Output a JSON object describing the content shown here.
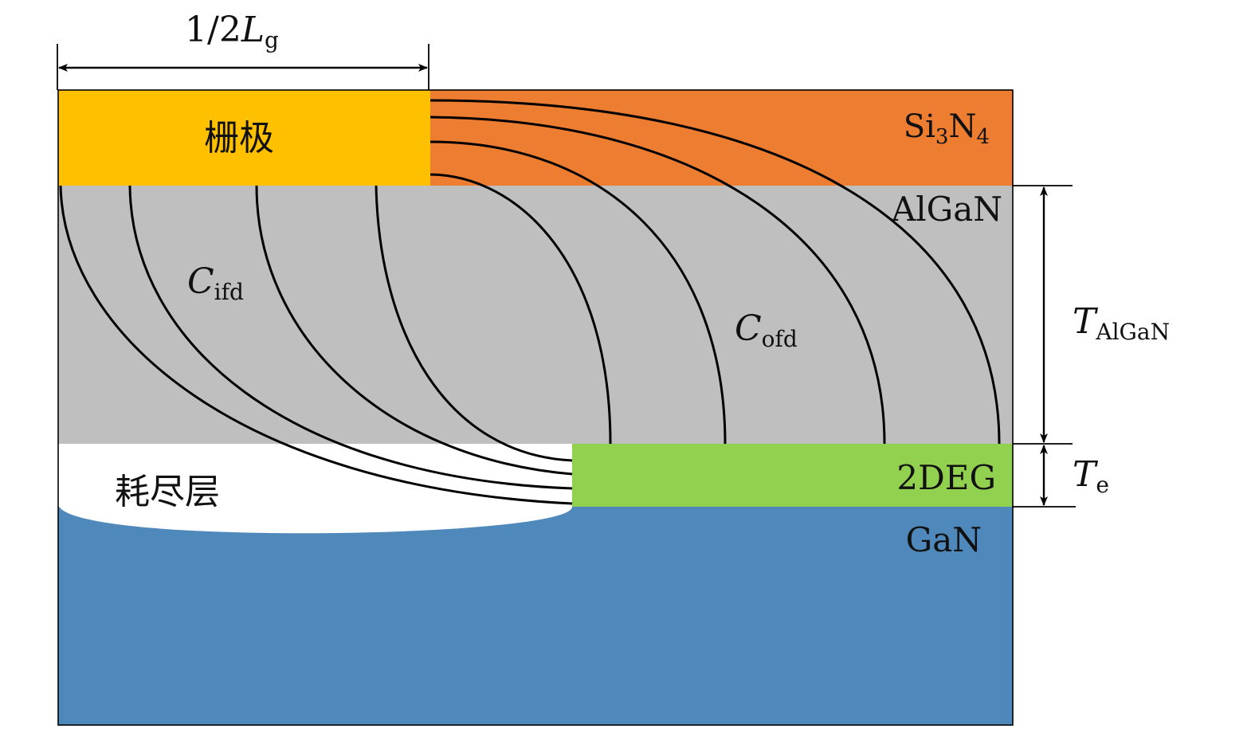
{
  "colors": {
    "gate": "#FFC000",
    "si3n4": "#ED7D31",
    "algan": "#BFBFBF",
    "depletion": "#FFFFFF",
    "twodeg": "#92D050",
    "gan": "#4F88BB",
    "lines": "#000000"
  },
  "gate_label": "栅极",
  "depletion_label": "耗尽层",
  "si3n4_label": {
    "main": "Si",
    "sub1": "3",
    "mid": "N",
    "sub2": "4"
  },
  "algan_label": "AlGaN",
  "twodeg_label": "2DEG",
  "gan_label": "GaN",
  "dim_gate": {
    "prefix": "1/2",
    "var": "L",
    "sub": "g"
  },
  "dim_algan": {
    "var": "T",
    "sub": "AlGaN"
  },
  "dim_te": {
    "var": "T",
    "sub": "e"
  },
  "c_ifd": {
    "var": "C",
    "sub": "ifd"
  },
  "c_ofd": {
    "var": "C",
    "sub": "ofd"
  }
}
